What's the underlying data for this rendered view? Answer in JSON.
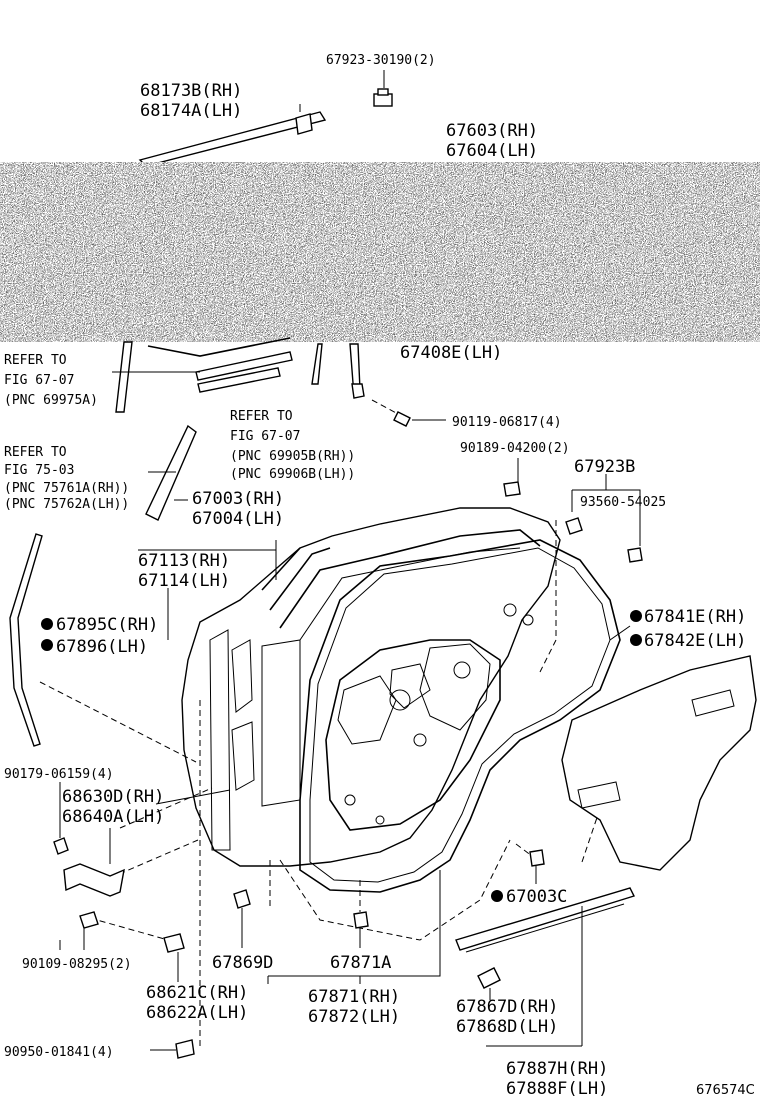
{
  "labels": {
    "l_67923_30190": "67923-30190(2)",
    "l_68173B": "68173B(RH)",
    "l_68174A": "68174A(LH)",
    "l_67603": "67603(RH)",
    "l_67604": "67604(LH)",
    "l_67408E": "67408E(LH)",
    "l_refer1_a": "REFER TO",
    "l_refer1_b": "FIG 67-07",
    "l_refer1_c": "(PNC 69975A)",
    "l_refer2_a": "REFER TO",
    "l_refer2_b": "FIG 67-07",
    "l_refer2_c": "(PNC 69905B(RH))",
    "l_refer2_d": "(PNC 69906B(LH))",
    "l_90119": "90119-06817(4)",
    "l_refer3_a": "REFER TO",
    "l_refer3_b": "FIG 75-03",
    "l_refer3_c": "(PNC 75761A(RH))",
    "l_refer3_d": "(PNC 75762A(LH))",
    "l_90189": "90189-04200(2)",
    "l_67923B": "67923B",
    "l_67003": "67003(RH)",
    "l_67004": "67004(LH)",
    "l_93560": "93560-54025",
    "l_67113": "67113(RH)",
    "l_67114": "67114(LH)",
    "l_67895C": "67895C(RH)",
    "l_67896": "67896(LH)",
    "l_67841E": "67841E(RH)",
    "l_67842E": "67842E(LH)",
    "l_90179": "90179-06159(4)",
    "l_68630D": "68630D(RH)",
    "l_68640A": "68640A(LH)",
    "l_67003C": "67003C",
    "l_90109": "90109-08295(2)",
    "l_67869D": "67869D",
    "l_67871A": "67871A",
    "l_68621C": "68621C(RH)",
    "l_68622A": "68622A(LH)",
    "l_67871": "67871(RH)",
    "l_67872": "67872(LH)",
    "l_67867D": "67867D(RH)",
    "l_67868D": "67868D(LH)",
    "l_90950": "90950-01841(4)",
    "l_67887H": "67887H(RH)",
    "l_67888F": "67888F(LH)",
    "l_figcode": "676574C"
  },
  "colors": {
    "line": "#000000",
    "background": "#ffffff",
    "noise": "#888888"
  }
}
